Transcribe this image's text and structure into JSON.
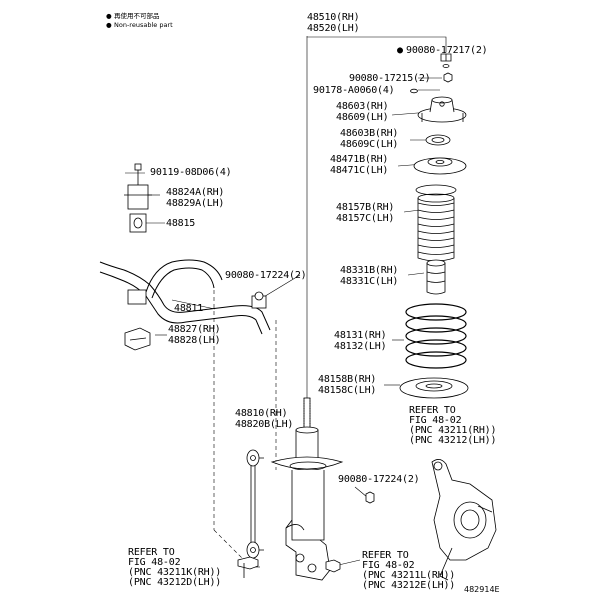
{
  "legend": {
    "bullet": "●",
    "line1": "再使用不可部品",
    "line2": "Non-reusable part"
  },
  "parts": {
    "assembly_rh": "48510(RH)",
    "assembly_lh": "48520(LH)",
    "nut_top": "90080-17217(2)",
    "nut_mount": "90080-17215(2)",
    "washer": "90178-A0060(4)",
    "mount_rh": "48603(RH)",
    "mount_lh": "48609(LH)",
    "bearing_rh": "48603B(RH)",
    "bearing_lh": "48609C(LH)",
    "seat_rh": "48471B(RH)",
    "seat_lh": "48471C(LH)",
    "boot_rh": "48157B(RH)",
    "boot_lh": "48157C(LH)",
    "bumper_rh": "48331B(RH)",
    "bumper_lh": "48331C(LH)",
    "spring_rh": "48131(RH)",
    "spring_lh": "48132(LH)",
    "lower_seat_rh": "48158B(RH)",
    "lower_seat_lh": "48158C(LH)",
    "bolt": "90119-08D06(4)",
    "bracket_rh": "48824A(RH)",
    "bracket_lh": "48829A(LH)",
    "bushing": "48815",
    "nut_link": "90080-17224(2)",
    "stabilizer_bar": "48811",
    "clamp_rh": "48827(RH)",
    "clamp_lh": "48828(LH)",
    "link_rh": "48810(RH)",
    "link_lh": "48820B(LH)",
    "nut_link_lower": "90080-17224(2)"
  },
  "references": {
    "knuckle": {
      "line1": "REFER TO",
      "line2": "FIG 48-02",
      "line3": "(PNC 43211(RH))",
      "line4": "(PNC 43212(LH))"
    },
    "lower_left": {
      "line1": "REFER TO",
      "line2": "FIG 48-02",
      "line3": "(PNC 43211K(RH))",
      "line4": "(PNC 43212D(LH))"
    },
    "lower_right": {
      "line1": "REFER TO",
      "line2": "FIG 48-02",
      "line3": "(PNC 43211L(RH))",
      "line4": "(PNC 43212E(LH))"
    }
  },
  "figure_number": "482914E"
}
